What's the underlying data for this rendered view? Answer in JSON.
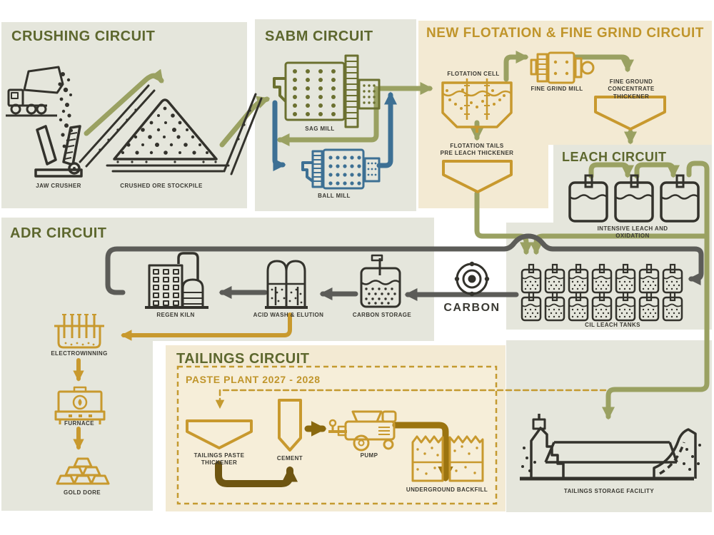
{
  "palette": {
    "panel_gray": "#e5e6dc",
    "panel_cream": "#f3ead3",
    "olive_title": "#5d672e",
    "gold_title": "#c0952b",
    "olive_arrow": "#9aa162",
    "gray_arrow": "#5c5c58",
    "blue": "#3d7094",
    "gold": "#c8992e",
    "dark_gold": "#8a690f",
    "brown": "#6e5511",
    "charcoal": "#33322c"
  },
  "headers": {
    "crushing": "CRUSHING CIRCUIT",
    "sabm": "SABM CIRCUIT",
    "flotation": "NEW FLOTATION & FINE GRIND CIRCUIT",
    "leach": "LEACH CIRCUIT",
    "adr": "ADR CIRCUIT",
    "tailings": "TAILINGS CIRCUIT",
    "paste_plant": "PASTE PLANT 2027 - 2028",
    "carbon": "CARBON"
  },
  "labels": {
    "jaw_crusher": "JAW CRUSHER",
    "stockpile": "CRUSHED ORE STOCKPILE",
    "sag_mill": "SAG MILL",
    "ball_mill": "BALL MILL",
    "flotation_cell": "FLOTATION CELL",
    "fine_grind_mill": "FINE GRIND MILL",
    "concentrate_thickener": "FINE GROUND\nCONCENTRATE THICKENER",
    "flotation_tails": "FLOTATION TAILS\nPRE LEACH THICKENER",
    "intensive_leach": "INTENSIVE LEACH AND OXIDATION",
    "regen_kiln": "REGEN KILN",
    "acid_wash": "ACID WASH & ELUTION",
    "carbon_storage": "CARBON STORAGE",
    "cil_tanks": "CIL LEACH TANKS",
    "electrowinning": "ELECTROWINNING",
    "furnace": "FURNACE",
    "gold_dore": "GOLD DORE",
    "paste_thickener": "TAILINGS PASTE\nTHICKENER",
    "cement": "CEMENT",
    "pump": "PUMP",
    "underground_backfill": "UNDERGROUND BACKFILL",
    "tsf": "TAILINGS STORAGE FACILITY"
  }
}
